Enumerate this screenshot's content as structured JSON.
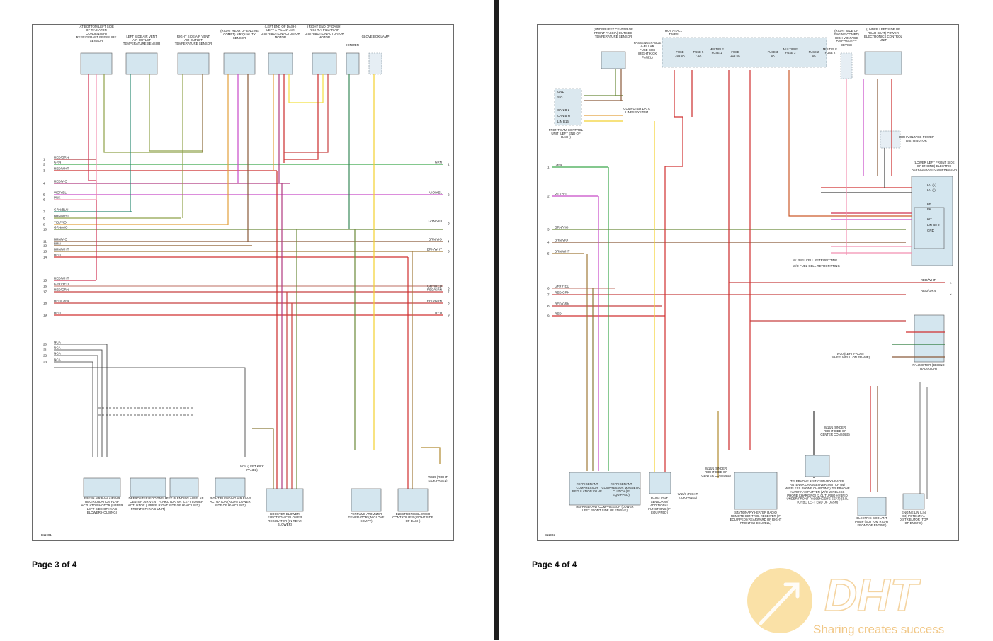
{
  "pages": [
    {
      "footer": "Page 3 of 4",
      "code": "B11901"
    },
    {
      "footer": "Page 4 of 4",
      "code": "B11902"
    }
  ],
  "left": {
    "components": [
      {
        "label": "(AT BOTTOM LEFT SIDE OF RADIATOR CONDENSER) REFRIGERANT PRESSURE SENSOR"
      },
      {
        "label": "LEFT SIDE AIR VENT AIR OUTLET TEMPERATURE SENSOR"
      },
      {
        "label": "RIGHT SIDE AIR VENT AIR OUTLET TEMPERATURE SENSOR"
      },
      {
        "label": "(RIGHT REAR OF ENGINE COMPT) AIR QUALITY SENSOR"
      },
      {
        "label": "(LEFT END OF DASH) LEFT A-PILLAR AIR DISTRIBUTION ACTUATOR MOTOR"
      },
      {
        "label": "(RIGHT END OF DASH) RIGHT A-PILLAR AIR DISTRIBUTION ACTUATOR MOTOR"
      },
      {
        "label": "IONIZER"
      },
      {
        "label": "GLOVE BOX LAMP"
      }
    ],
    "bottom_components": [
      {
        "label": "FRESH AIR/RAM AIR/AIR RECIRCULATION FLAP ACTUATOR MOTOR (UPPER LEFT SIDE OF HVAC BLOWER HOUSING)"
      },
      {
        "label": "DEFROSTER/ FOOTWELL/ CENTER AIR VENT FLAP ACTUATOR (UPPER RIGHT FRONT OF HVAC UNIT)"
      },
      {
        "label": "LEFT BLENDING AIR FLAP ACTUATOR (LEFT LOWER SIDE OF HVAC UNIT)"
      },
      {
        "label": "RIGHT BLENDING AIR FLAP ACTUATOR (RIGHT LOWER SIDE OF HVAC UNIT)"
      },
      {
        "label": "BOOSTER BLOWER ELECTRONIC BLOWER REGULATOR (IN REAR BLOWER)"
      },
      {
        "label": "PERFUME ATOMIZER GENERATOR (IN GLOVE COMPT)"
      },
      {
        "label": "ELECTRONIC BLOWER CONTROLLER (RIGHT SIDE OF DASH)"
      }
    ],
    "grounds": [
      {
        "label": "W34 (LEFT KICK PANEL)"
      },
      {
        "label": "W349 (RIGHT KICK PANEL)"
      }
    ],
    "rows": [
      {
        "n": "1",
        "label": "RED/GRN"
      },
      {
        "n": "2",
        "label": "GRN"
      },
      {
        "n": "3",
        "label": "RED/WHT"
      },
      {
        "n": "4",
        "label": "RED/VIO"
      },
      {
        "n": "5",
        "label": "VIO/YEL"
      },
      {
        "n": "6",
        "label": "PNK"
      },
      {
        "n": "7",
        "label": "GRN/BLU"
      },
      {
        "n": "8",
        "label": "BRN/WHT"
      },
      {
        "n": "9",
        "label": "YEL/VIO"
      },
      {
        "n": "10",
        "label": "GRN/VIO"
      },
      {
        "n": "11",
        "label": "BRN/VIO"
      },
      {
        "n": "12",
        "label": "BRN"
      },
      {
        "n": "13",
        "label": "BRN/WHT"
      },
      {
        "n": "14",
        "label": "RED"
      },
      {
        "n": "15",
        "label": "RED/WHT"
      },
      {
        "n": "16",
        "label": "GRY/RED"
      },
      {
        "n": "17",
        "label": "RED/GRN"
      },
      {
        "n": "18",
        "label": "RED/GRN"
      },
      {
        "n": "19",
        "label": "RED"
      },
      {
        "n": "20",
        "label": "NCA"
      },
      {
        "n": "21",
        "label": "NCA"
      },
      {
        "n": "22",
        "label": "NCA"
      },
      {
        "n": "23",
        "label": "NCA"
      }
    ],
    "right_rows": [
      {
        "n": "1",
        "label": "GRN"
      },
      {
        "n": "2",
        "label": "VIO/YEL"
      },
      {
        "n": "3",
        "label": "GRN/VIO"
      },
      {
        "n": "4",
        "label": "BRN/VIO"
      },
      {
        "n": "5",
        "label": "BRN/WHT"
      },
      {
        "n": "6",
        "label": "GRY/RED"
      },
      {
        "n": "7",
        "label": "RED/GRN"
      },
      {
        "n": "8",
        "label": "RED/GRN"
      },
      {
        "n": "9",
        "label": "RED"
      }
    ]
  },
  "right": {
    "components": [
      {
        "label": "(UNDER LEFT CENTER OF FRONT FASCIA) OUTSIDE TEMPERATURE SENSOR"
      },
      {
        "label": "PASSENGER-SIDE A-PILLAR FUSE BOX (RIGHT KICK PANEL)"
      },
      {
        "label": "HOT AT ALL TIMES"
      },
      {
        "label": "(RIGHT SIDE OF ENGINE COMPT) HIGH-VOLTAGE DISCONNECT DEVICE"
      },
      {
        "label": "(UNDER LEFT SIDE OF REAR SEAT) POWER ELECTRONICS CONTROL UNIT"
      },
      {
        "label": "FRONT SAM CONTROL UNIT (LEFT END OF DASH)"
      },
      {
        "label": "COMPUTER DATA LINES SYSTEM"
      },
      {
        "label": "HIGH-VOLTAGE POWER DISTRIBUTOR"
      },
      {
        "label": "(LOWER LEFT FRONT SIDE OF ENGINE) ELECTRIC REFRIGERANT COMPRESSOR"
      },
      {
        "label": "FAN MOTOR (BEHIND RADIATOR)"
      },
      {
        "label": "W30 (LEFT FRONT WHEELWELL, ON FRAME)"
      }
    ],
    "fuses": [
      {
        "label": "FUSE 205 5A"
      },
      {
        "label": "FUSE 5 7.5A"
      },
      {
        "label": "FUSE 215 5A"
      },
      {
        "label": "FUSE 3 5A"
      },
      {
        "label": "FUSE 2 5A"
      }
    ],
    "fuse_titles": [
      {
        "label": "MULTIPLE FUSE 1"
      },
      {
        "label": "MULTIPLE FUSE 3"
      },
      {
        "label": "MULTIPLE FUSE 2"
      }
    ],
    "notes": [
      {
        "label": "W/ FUEL CELL RETROFITTING"
      },
      {
        "label": "W/O FUEL CELL RETROFITTING"
      }
    ],
    "bottom_components": [
      {
        "label": "REFRIGERANT COMPRESSOR REGULATION VALVE"
      },
      {
        "label": "REFRIGERANT COMPRESSOR MAGNETIC CLUTCH (IF EQUIPPED)"
      },
      {
        "label": "REFRIGERANT COMPRESSOR (LOWER LEFT FRONT SIDE OF ENGINE)"
      },
      {
        "label": "RAIN/LIGHT SENSOR W/ ADDITIONAL FUNCTIONS (IF EQUIPPED)"
      },
      {
        "label": "STATIONARY HEATER RADIO REMOTE CONTROL RECEIVER (IF EQUIPPED) (REARWARD OF RIGHT FRONT WHEELWELL)"
      },
      {
        "label": "TELEPHONE & STATIONARY HEATER ANTENNA CHANGEOVER SWITCH (W/ WIRELESS PHONE CHARGING) TELEPHONE ANTENNA SPLITTER (W/O WIRELESS PHONE CHARGING) (2.0L TURBO HYBRID UNDER FRONT PASSENGER'S SEAT) (3.0L TURBO LEFT END OF DASH)"
      },
      {
        "label": "ELECTRIC COOLANT PUMP (BOTTOM RIGHT FRONT OF ENGINE)"
      },
      {
        "label": "ENGINE LIN (LIN C3) POTENTIAL DISTRIBUTOR (TOP OF ENGINE)"
      }
    ],
    "grounds": [
      {
        "label": "W15/7 (RIGHT KICK PANEL)"
      },
      {
        "label": "W13/1 (UNDER RIGHT SIDE OF CENTER CONSOLE)"
      },
      {
        "label": "W13/1 (UNDER RIGHT SIDE OF CENTER CONSOLE)"
      }
    ],
    "rows": [
      {
        "n": "1",
        "label": "GRN"
      },
      {
        "n": "2",
        "label": "VIO/YEL"
      },
      {
        "n": "3",
        "label": "GRN/VIO"
      },
      {
        "n": "4",
        "label": "BRN/VIO"
      },
      {
        "n": "5",
        "label": "BRN/WHT"
      },
      {
        "n": "6",
        "label": "GRY/RED"
      },
      {
        "n": "7",
        "label": "RED/GRN"
      },
      {
        "n": "8",
        "label": "RED/GRN"
      },
      {
        "n": "9",
        "label": "RED"
      }
    ],
    "right_rows": [
      {
        "n": "1",
        "label": "RED/WHT"
      },
      {
        "n": "2",
        "label": "RED/GRN"
      }
    ],
    "can_labels": [
      {
        "label": "CAN B L"
      },
      {
        "label": "CAN B H"
      },
      {
        "label": "LIN B16"
      },
      {
        "label": "GND"
      },
      {
        "label": "SIG"
      }
    ],
    "ecomp_pins": [
      {
        "label": "HV (+)"
      },
      {
        "label": "HV (-)"
      },
      {
        "label": "EK"
      },
      {
        "label": "EK"
      },
      {
        "label": "KIT"
      },
      {
        "label": "LIN-B8-2"
      },
      {
        "label": "GND"
      }
    ]
  },
  "watermark": {
    "brand": "DHT",
    "tagline": "Sharing creates success"
  }
}
